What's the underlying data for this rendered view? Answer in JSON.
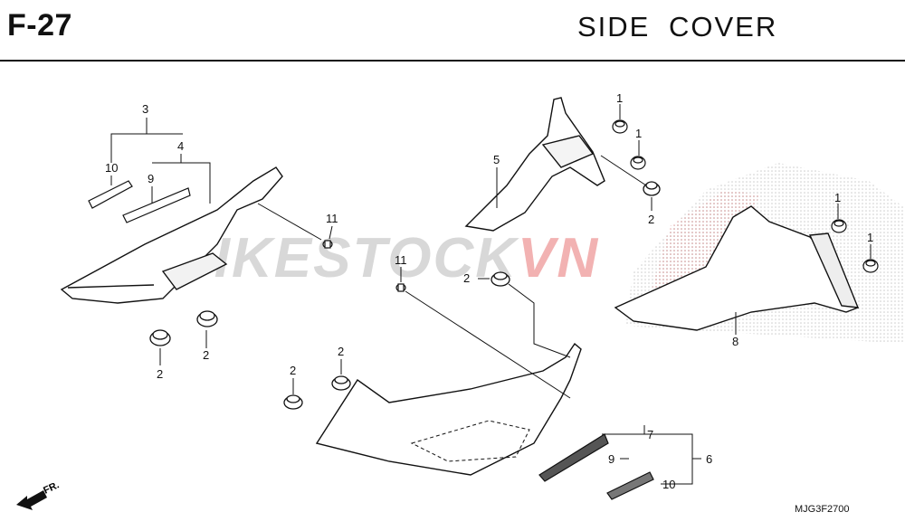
{
  "header": {
    "code": "F-27",
    "title": "SIDE  COVER"
  },
  "watermark": {
    "text_main": "BIKESTOCK",
    "text_accent": "VN"
  },
  "footer": {
    "drawing_code": "MJG3F2700"
  },
  "direction_arrow": {
    "label": "FR."
  },
  "callouts": {
    "c1a": "1",
    "c1b": "1",
    "c1c": "1",
    "c1d": "1",
    "c2a": "2",
    "c2b": "2",
    "c2c": "2",
    "c2d": "2",
    "c2e": "2",
    "c2f": "2",
    "c3": "3",
    "c4": "4",
    "c5": "5",
    "c6": "6",
    "c7": "7",
    "c8": "8",
    "c9a": "9",
    "c9b": "9",
    "c10a": "10",
    "c10b": "10",
    "c11a": "11",
    "c11b": "11"
  }
}
